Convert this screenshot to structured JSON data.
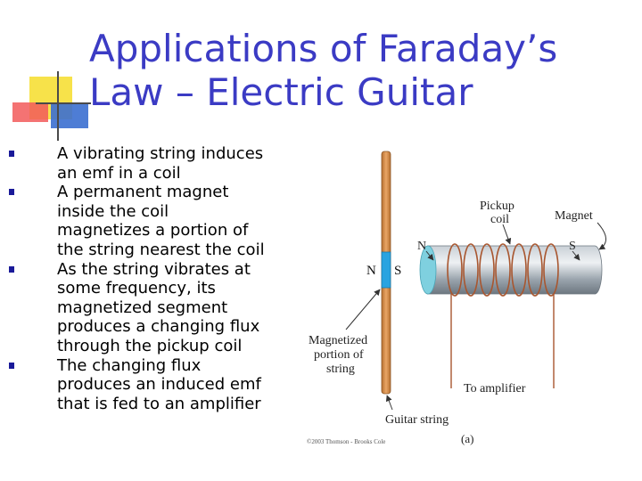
{
  "slide": {
    "title_lines": [
      "Applications of Faraday’s",
      "Law – Electric Guitar"
    ],
    "bullets": [
      {
        "lines": [
          "A vibrating string induces",
          "an emf in a coil"
        ]
      },
      {
        "lines": [
          "A permanent magnet",
          "inside the coil",
          "magnetizes a portion of",
          "the string nearest the coil"
        ]
      },
      {
        "lines": [
          "As the string vibrates at",
          "some frequency, its",
          "magnetized segment",
          "produces a changing flux",
          "through the pickup coil"
        ]
      },
      {
        "lines": [
          "The changing flux",
          "produces an induced emf",
          "that is fed to an amplifier"
        ]
      }
    ]
  },
  "figure": {
    "labels": {
      "pickup_coil": [
        "Pickup",
        "coil"
      ],
      "magnet": "Magnet",
      "magnet_n": "N",
      "magnet_s": "S",
      "string_n": "N",
      "string_s": "S",
      "magnetized": [
        "Magnetized",
        "portion of",
        "string"
      ],
      "amplifier": "To amplifier",
      "guitar_string": "Guitar string",
      "copyright": "©2003 Thomson - Brooks Cole",
      "part": "(a)"
    },
    "colors": {
      "string": "#d98e4a",
      "magnetized": "#29a3e0",
      "magnet_body": "#9aa4ad",
      "coil": "#a8562f",
      "title": "#3b3bc4"
    }
  }
}
